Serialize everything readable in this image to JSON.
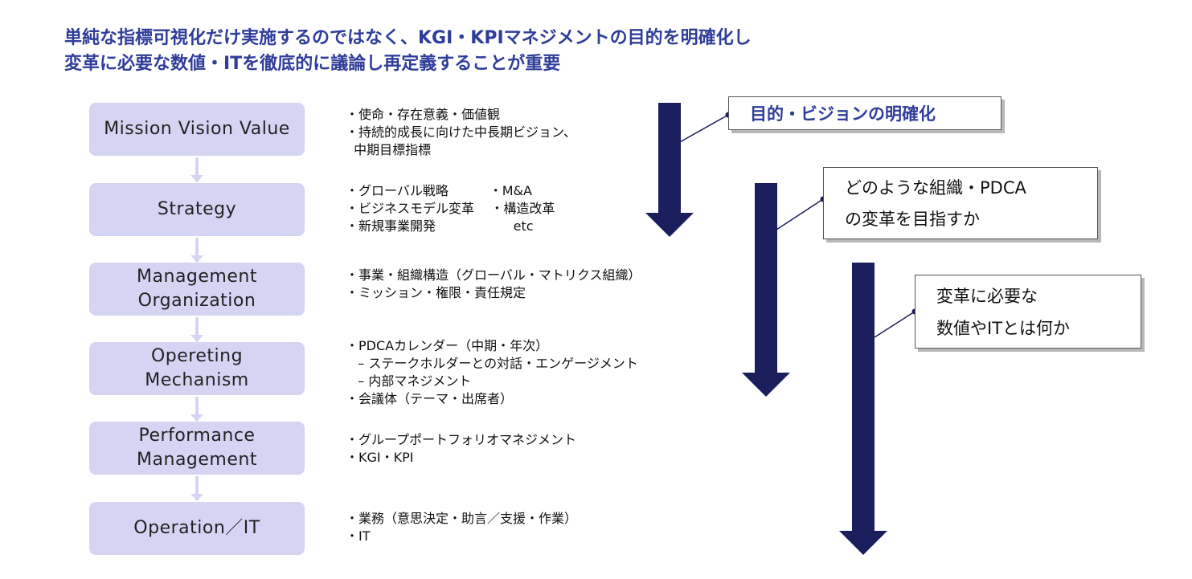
{
  "title": {
    "line1": "単純な指標可視化だけ実施するのではなく、KGI・KPIマネジメントの目的を明確化し",
    "line2": "変革に必要な数値・ITを徹底的に議論し再定義することが重要"
  },
  "process_steps": [
    {
      "label": "Mission Vision Value"
    },
    {
      "label": "Strategy"
    },
    {
      "label": "Management\nOrganization"
    },
    {
      "label": "Opereting\nMechanism"
    },
    {
      "label": "Performance\nManagement"
    },
    {
      "label": "Operation／IT"
    }
  ],
  "descriptions": [
    [
      "・使命・存在意義・価値観",
      "・持続的成長に向けた中長期ビジョン、",
      "  中期目標指標"
    ],
    [
      "・グローバル戦略          ・M&A",
      "・ビジネスモデル変革    ・構造改革",
      "・新規事業開発                   etc"
    ],
    [
      "・事業・組織構造（グローバル・マトリクス組織）",
      "・ミッション・権限・責任規定"
    ],
    [
      "・PDCAカレンダー（中期・年次）",
      "   – ステークホルダーとの対話・エンゲージメント",
      "   – 内部マネジメント",
      "・会議体（テーマ・出席者）"
    ],
    [
      "・グループポートフォリオマネジメント",
      "・KGI・KPI"
    ],
    [
      "・業務（意思決定・助言／支援・作業）",
      "・IT"
    ]
  ],
  "callouts": [
    {
      "lines": [
        "目的・ビジョンの明確化"
      ]
    },
    {
      "lines": [
        "どのような組織・PDCA",
        "の変革を目指すか"
      ]
    },
    {
      "lines": [
        "変革に必要な",
        "数値やITとは何か"
      ]
    }
  ],
  "colors": {
    "title": "#2f3d9a",
    "box_fill": "#d5d5f3",
    "arrow_navy": "#1b1e5c",
    "callout_shadow": "#b8b8b8"
  }
}
